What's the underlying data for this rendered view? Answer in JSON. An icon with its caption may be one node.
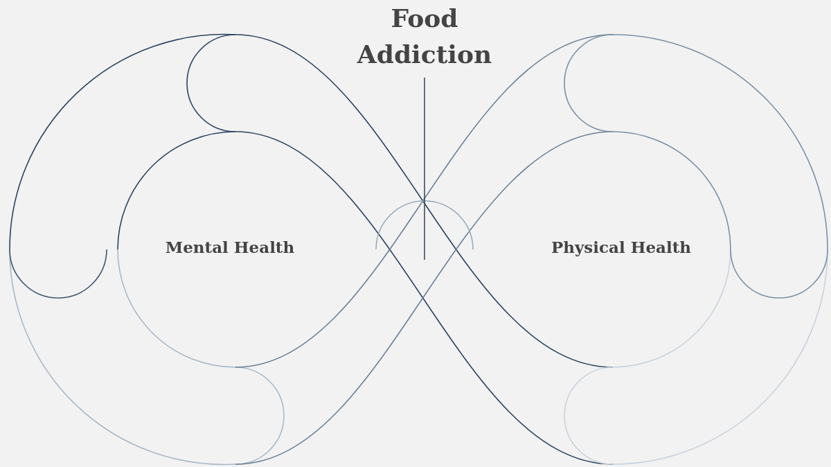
{
  "diagram": {
    "title": "Food Addiction",
    "labels": [
      "Mental Health",
      "Physical Health"
    ]
  }
}
